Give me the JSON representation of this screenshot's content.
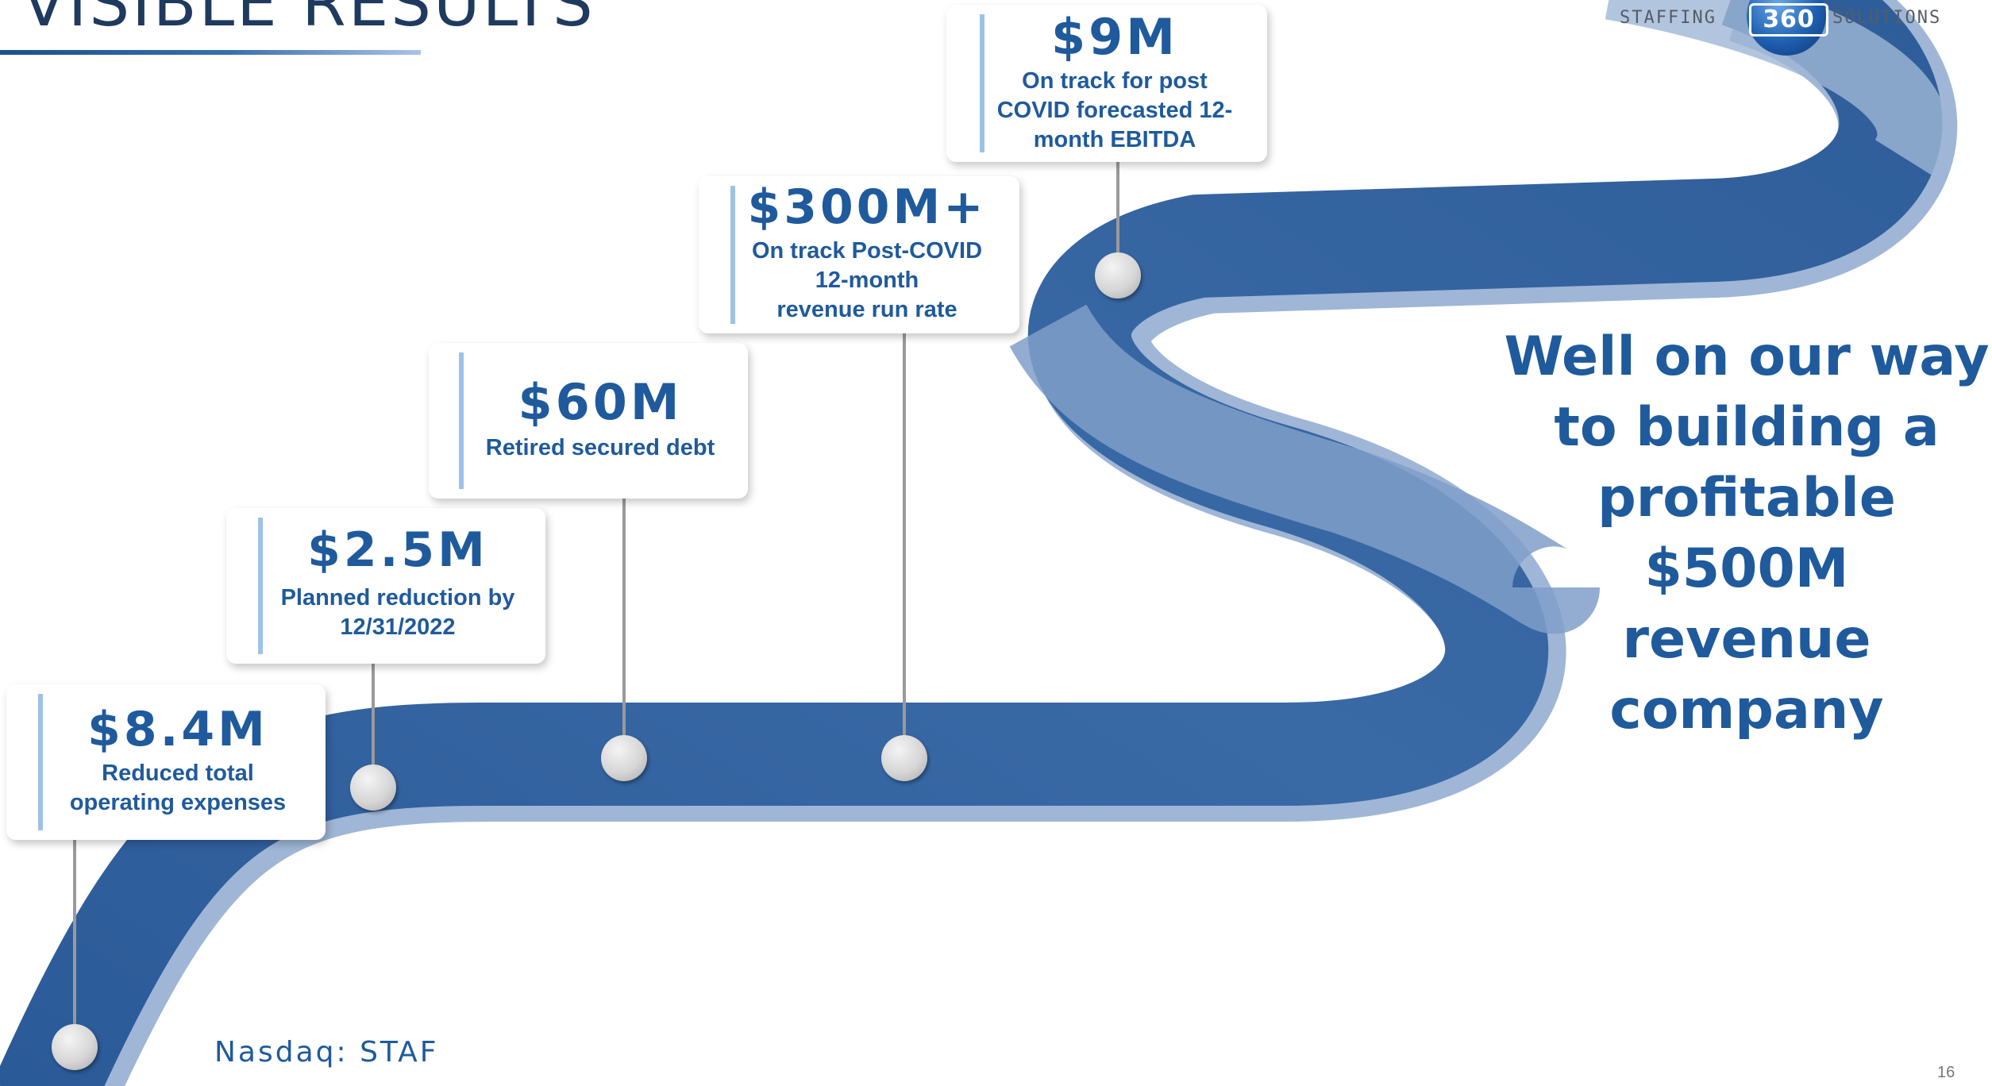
{
  "slide": {
    "title": "VISIBLE RESULTS",
    "ticker": "Nasdaq: STAF",
    "page_number": "16"
  },
  "logo": {
    "left_word": "STAFFING",
    "number": "360",
    "right_word": "SOLUTIONS"
  },
  "milestones": [
    {
      "value": "$8.4M",
      "desc": [
        "Reduced total",
        "operating expenses"
      ]
    },
    {
      "value": "$2.5M",
      "desc": [
        "Planned reduction by",
        "12/31/2022"
      ]
    },
    {
      "value": "$60M",
      "desc": [
        "Retired secured debt"
      ]
    },
    {
      "value": "$300M+",
      "desc": [
        "On track Post-COVID",
        "12-month",
        "revenue run rate"
      ]
    },
    {
      "value": "$9M",
      "desc": [
        "On track for post",
        "COVID forecasted 12-",
        "month EBITDA"
      ]
    }
  ],
  "tagline": [
    "Well on our way",
    "to building a",
    "profitable",
    "$500M",
    "revenue",
    "company"
  ],
  "colors": {
    "road_dark": "#2f5d98",
    "road_light": "#7f9fc9",
    "accent_blue": "#1f5a9c"
  }
}
